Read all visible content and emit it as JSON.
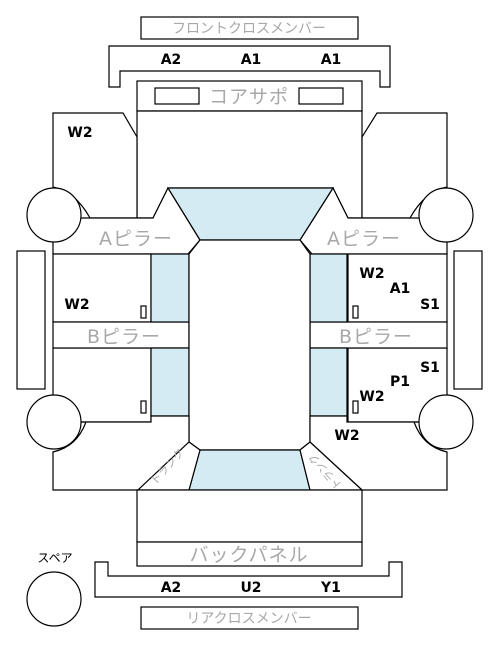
{
  "parts": {
    "front_cross_member": "フロントクロスメンバー",
    "core_support": "コアサポ",
    "a_pillar_left": "Aピラー",
    "a_pillar_right": "Aピラー",
    "b_pillar_left": "Bピラー",
    "b_pillar_right": "Bピラー",
    "trunk_left": "トランク",
    "trunk_right": "トランク",
    "back_panel": "バックパネル",
    "rear_cross_member": "リアクロスメンバー",
    "spare": "スペア"
  },
  "codes": {
    "front_cross_left": "A2",
    "front_cross_center": "A1",
    "front_cross_right": "A1",
    "front_left_fender": "W2",
    "left_front_door": "W2",
    "right_front_door_1": "W2",
    "right_front_door_2": "A1",
    "right_front_door_3": "S1",
    "right_rear_door_1": "S1",
    "right_rear_door_2": "P1",
    "right_rear_door_3": "W2",
    "right_rear_fender": "W2",
    "rear_cross_left": "A2",
    "rear_cross_center": "U2",
    "rear_cross_right": "Y1"
  }
}
